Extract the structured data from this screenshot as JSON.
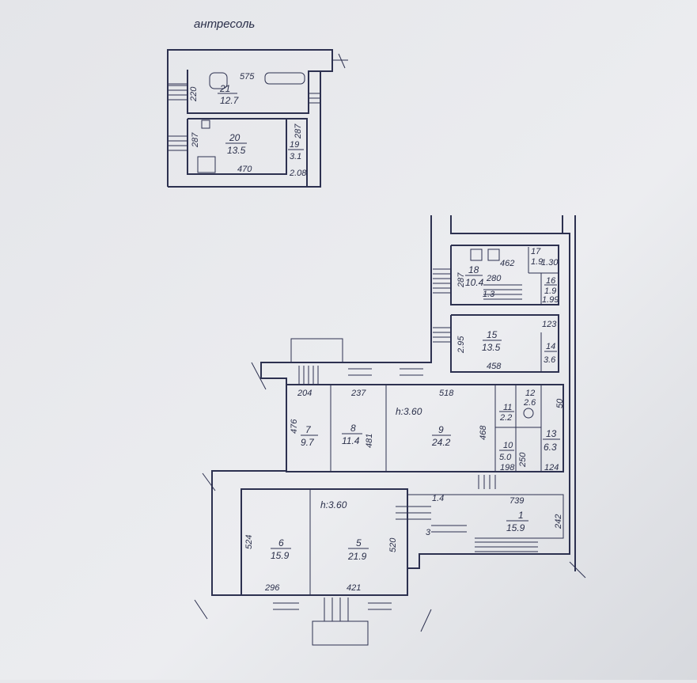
{
  "title": "антресоль",
  "mezzanine": {
    "rooms": [
      {
        "id": "21",
        "area": "12.7"
      },
      {
        "id": "20",
        "area": "13.5"
      },
      {
        "id": "19",
        "area": "3.1"
      }
    ],
    "dims": [
      "575",
      "220",
      "287",
      "287",
      "470",
      "2.08"
    ]
  },
  "main": {
    "heights": [
      "h:3.60",
      "h:3.60"
    ],
    "rooms": [
      {
        "id": "18",
        "area": "10.4"
      },
      {
        "id": "17",
        "area": "1.9"
      },
      {
        "id": "16",
        "area": "1.9"
      },
      {
        "id": "15",
        "area": "13.5"
      },
      {
        "id": "14",
        "area": "3.6"
      },
      {
        "id": "12",
        "area": "2.6"
      },
      {
        "id": "11",
        "area": "2.2"
      },
      {
        "id": "10",
        "area": "5.0"
      },
      {
        "id": "13",
        "area": "6.3"
      },
      {
        "id": "9",
        "area": "24.2"
      },
      {
        "id": "8",
        "area": "11.4"
      },
      {
        "id": "7",
        "area": "9.7"
      },
      {
        "id": "6",
        "area": "15.9"
      },
      {
        "id": "5",
        "area": "21.9"
      },
      {
        "id": "1",
        "area": "15.9"
      }
    ],
    "dims": [
      "287",
      "462",
      "280",
      "1.30",
      "1.99",
      "2.95",
      "458",
      "123",
      "204",
      "237",
      "518",
      "476",
      "481",
      "468",
      "198",
      "250",
      "124",
      "524",
      "520",
      "296",
      "421",
      "739",
      "242",
      "1.4",
      "3",
      "50",
      "1.3"
    ]
  }
}
